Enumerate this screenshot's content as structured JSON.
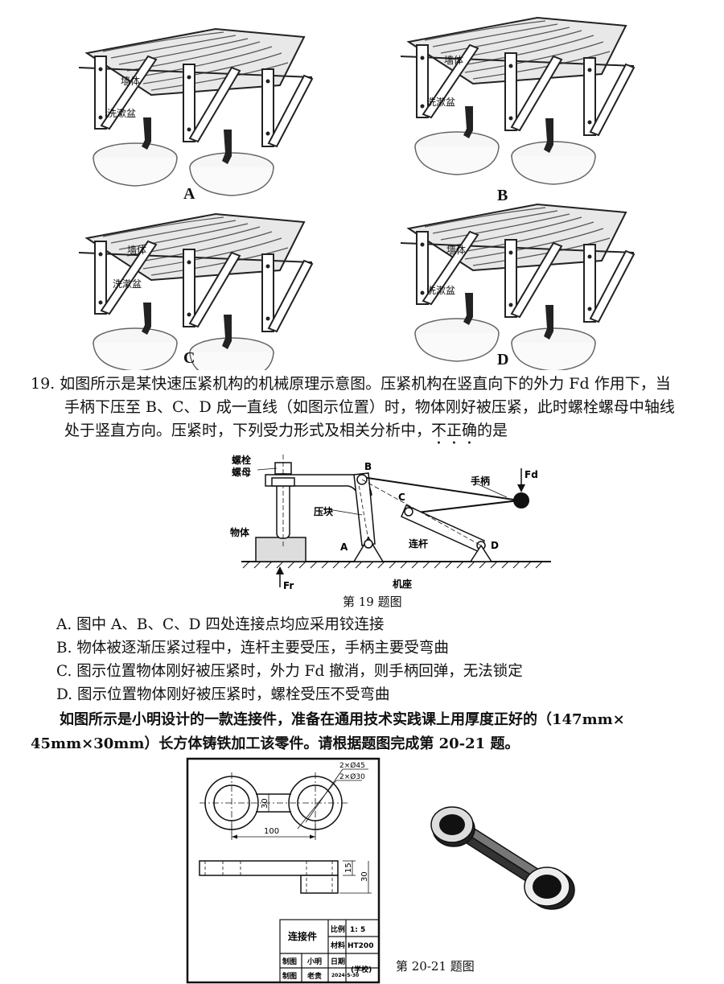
{
  "rack_options": [
    {
      "letter": "A",
      "wall": "墙体",
      "basin": "洗漱盆"
    },
    {
      "letter": "B",
      "wall": "墙体",
      "basin": "洗漱盆"
    },
    {
      "letter": "C",
      "wall": "墙体",
      "basin": "洗漱盆"
    },
    {
      "letter": "D",
      "wall": "墙体",
      "basin": "洗漱盆"
    }
  ],
  "q19": {
    "number": "19.",
    "line1": "如图所示是某快速压紧机构的机械原理示意图。压紧机构在竖直向下的外力 Fd 作用下，当",
    "line2": "手柄下压至 B、C、D 成一直线（如图示位置）时，物体刚好被压紧，此时螺栓螺母中轴线",
    "line3a": "处于竖直方向。压紧时，下列受力形式及相关分析中，",
    "line3b": "不正确",
    "line3c": "的是",
    "figure_labels": {
      "bolt": "螺栓",
      "nut": "螺母",
      "block": "压块",
      "object": "物体",
      "rod": "连杆",
      "handle": "手柄",
      "base": "机座",
      "fd": "Fd",
      "fr": "Fr",
      "a": "A",
      "b": "B",
      "c": "C",
      "d": "D"
    },
    "caption": "第 19 题图",
    "options": [
      {
        "label": "A.",
        "text": "图中 A、B、C、D 四处连接点均应采用铰连接"
      },
      {
        "label": "B.",
        "text": "物体被逐渐压紧过程中，连杆主要受压，手柄主要受弯曲"
      },
      {
        "label": "C.",
        "text": "图示位置物体刚好被压紧时，外力 Fd 撤消，则手柄回弹，无法锁定"
      },
      {
        "label": "D.",
        "text": "图示位置物体刚好被压紧时，螺栓受压不受弯曲"
      }
    ]
  },
  "q20": {
    "intro1": "如图所示是小明设计的一款连接件，准备在通用技术实践课上用厚度正好的（147mm×",
    "intro2": "45mm×30mm）长方体铸铁加工该零件。请根据题图完成第 20-21 题。",
    "drawing": {
      "dim_hole_large": "2×Ø45",
      "dim_hole_small": "2×Ø30",
      "dim_30": "30",
      "dim_100": "100",
      "dim_15": "15",
      "dim_30b": "30"
    },
    "title_block": {
      "part_name": "连接件",
      "scale_label": "比例",
      "scale_value": "1: 5",
      "material_label": "材料",
      "material_value": "HT200",
      "drawn_label": "制图",
      "drawn_name": "小明",
      "date_label": "日期",
      "school": "(学校)",
      "check_label": "制图",
      "check_name": "老贵",
      "date_value": "2024-5-30"
    },
    "caption": "第 20-21 题图"
  }
}
